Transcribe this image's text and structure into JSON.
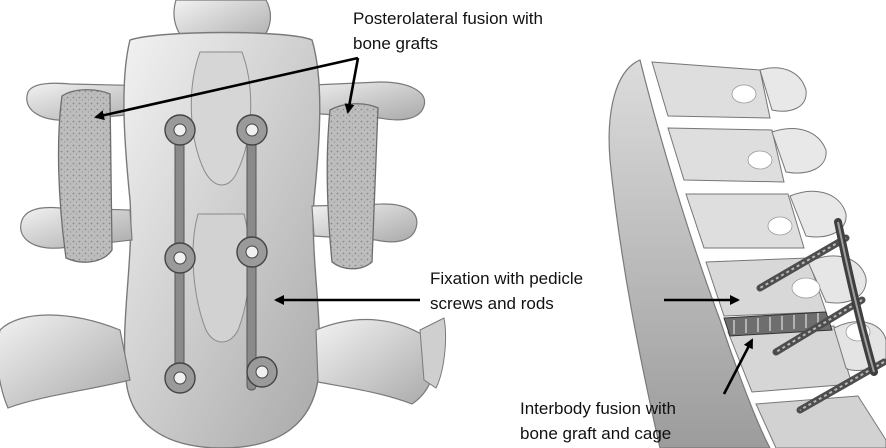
{
  "labels": {
    "posterolateral": [
      "Posterolateral fusion with",
      "bone grafts"
    ],
    "fixation": [
      "Fixation with pedicle",
      "screws and rods"
    ],
    "interbody": [
      "Interbody fusion with",
      "bone graft and cage"
    ]
  },
  "colors": {
    "bone_light": "#ececec",
    "bone_mid": "#c9c9c9",
    "bone_shadow": "#8e8e8e",
    "graft": "#b9b9b9",
    "hardware": "#6f6f6f",
    "arrow": "#000000"
  },
  "icons": {
    "arrow": "arrow-head"
  }
}
